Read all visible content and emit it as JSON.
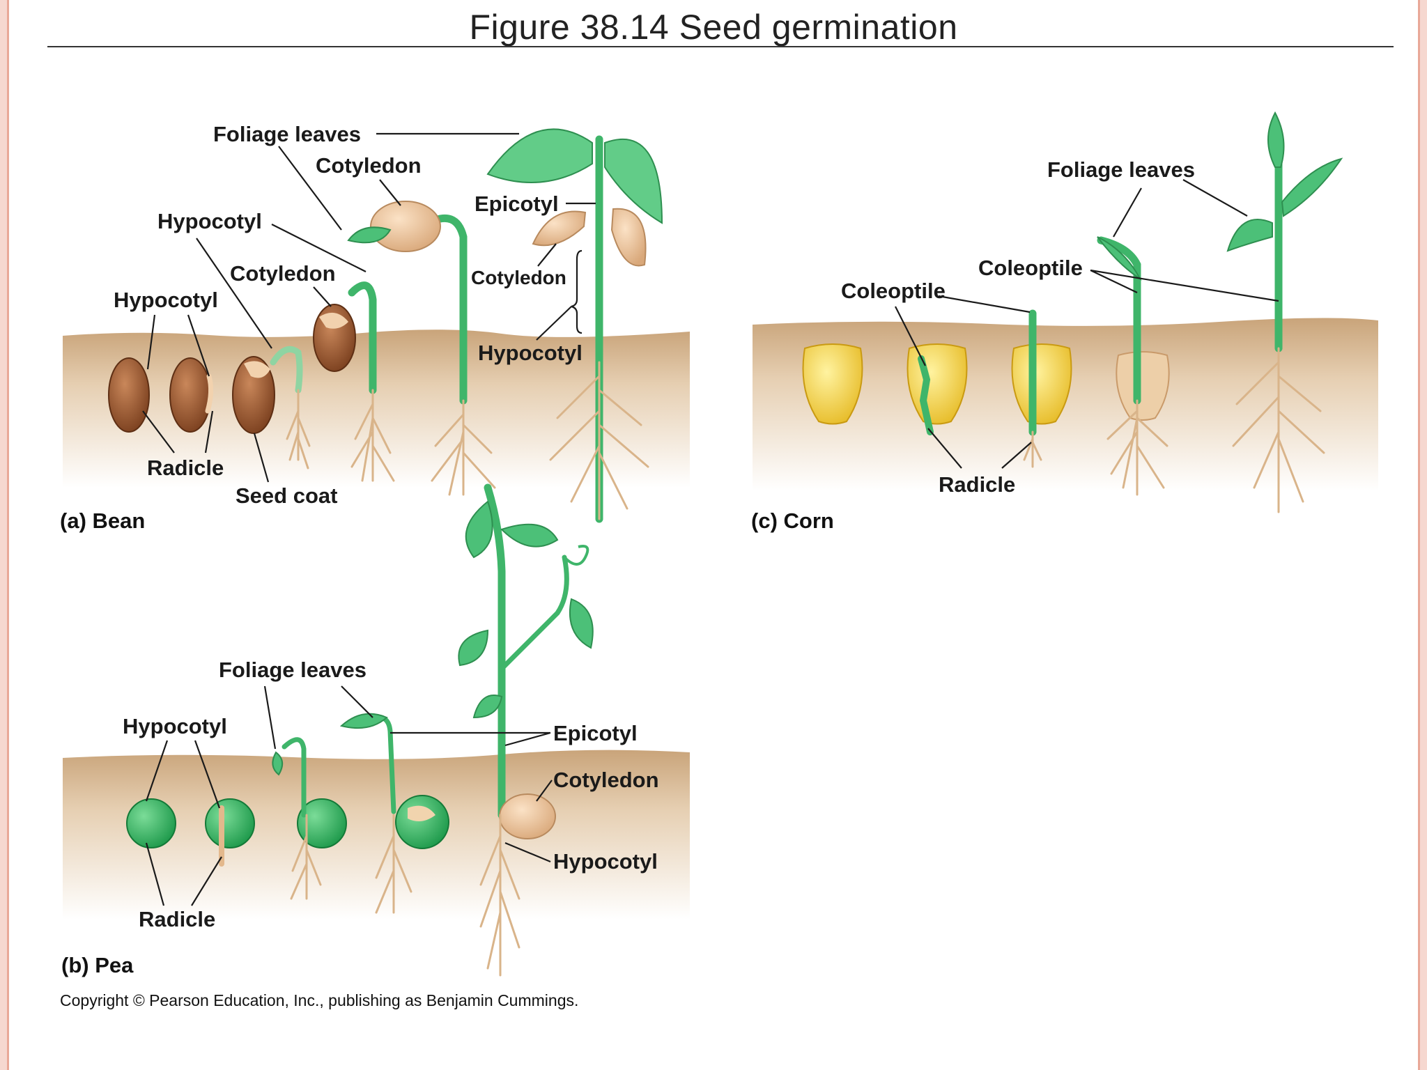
{
  "slide_title": "Figure 38.14  Seed germination",
  "panels": {
    "bean": {
      "panel_label": "(a) Bean",
      "labels": {
        "foliage_leaves": "Foliage leaves",
        "cotyledon_1": "Cotyledon",
        "hypocotyl_1": "Hypocotyl",
        "cotyledon_2": "Cotyledon",
        "hypocotyl_2": "Hypocotyl",
        "epicotyl": "Epicotyl",
        "cotyledon_3": "Cotyledon",
        "hypocotyl_3": "Hypocotyl",
        "radicle": "Radicle",
        "seed_coat": "Seed coat"
      }
    },
    "pea": {
      "panel_label": "(b) Pea",
      "labels": {
        "foliage_leaves": "Foliage leaves",
        "hypocotyl": "Hypocotyl",
        "epicotyl": "Epicotyl",
        "cotyledon": "Cotyledon",
        "hypocotyl_2": "Hypocotyl",
        "radicle": "Radicle"
      }
    },
    "corn": {
      "panel_label": "(c) Corn",
      "labels": {
        "foliage_leaves": "Foliage leaves",
        "coleoptile_1": "Coleoptile",
        "coleoptile_2": "Coleoptile",
        "radicle": "Radicle"
      }
    }
  },
  "copyright": "Copyright © Pearson Education, Inc., publishing as Benjamin Cummings.",
  "colors": {
    "soil_top": "#c9a47a",
    "soil_bottom": "#ffffff",
    "plant_green": "#3fb56a",
    "root_tan": "#d9b48a",
    "bean_brown": "#9a5a32",
    "corn_yellow": "#f4d63a",
    "frame_pink": "#f6d8d0"
  }
}
